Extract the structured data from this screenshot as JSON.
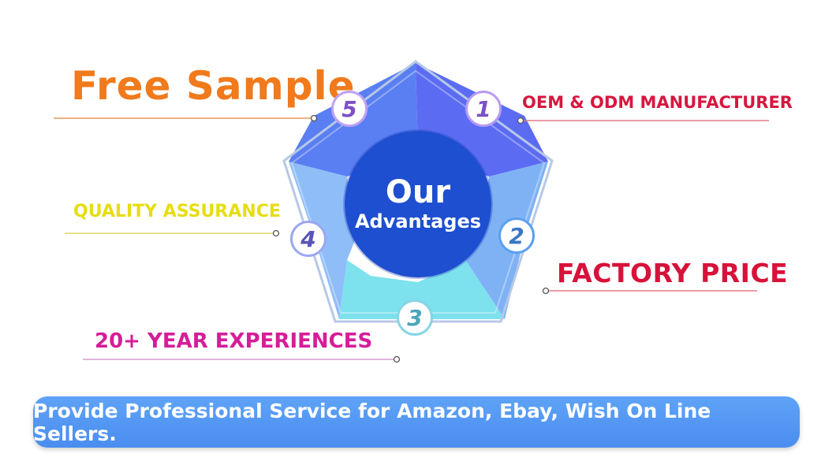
{
  "center": {
    "title": "Our",
    "subtitle": "Advantages"
  },
  "items": [
    {
      "number": "1",
      "label": "OEM & ODM MANUFACTURER",
      "color": "#d7173f"
    },
    {
      "number": "2",
      "label": "FACTORY PRICE",
      "color": "#d8123a"
    },
    {
      "number": "3",
      "label": "20+ YEAR EXPERIENCES",
      "color": "#d61d99"
    },
    {
      "number": "4",
      "label": "QUALITY ASSURANCE",
      "color": "#e5de10"
    },
    {
      "number": "5",
      "label": "Free Sample",
      "color": "#f07a1c"
    }
  ],
  "banner": {
    "text": "Provide Professional Service for Amazon, Ebay, Wish On Line Sellers."
  },
  "palette": {
    "segment_top_left": "#5a7ff2",
    "segment_top_right": "#5b6cf3",
    "segment_right": "#7fb2f5",
    "segment_bottom": "#7ee1ee",
    "segment_left": "#8fbdf8",
    "center": "#1e4fd0",
    "banner": "#4a8df0"
  }
}
